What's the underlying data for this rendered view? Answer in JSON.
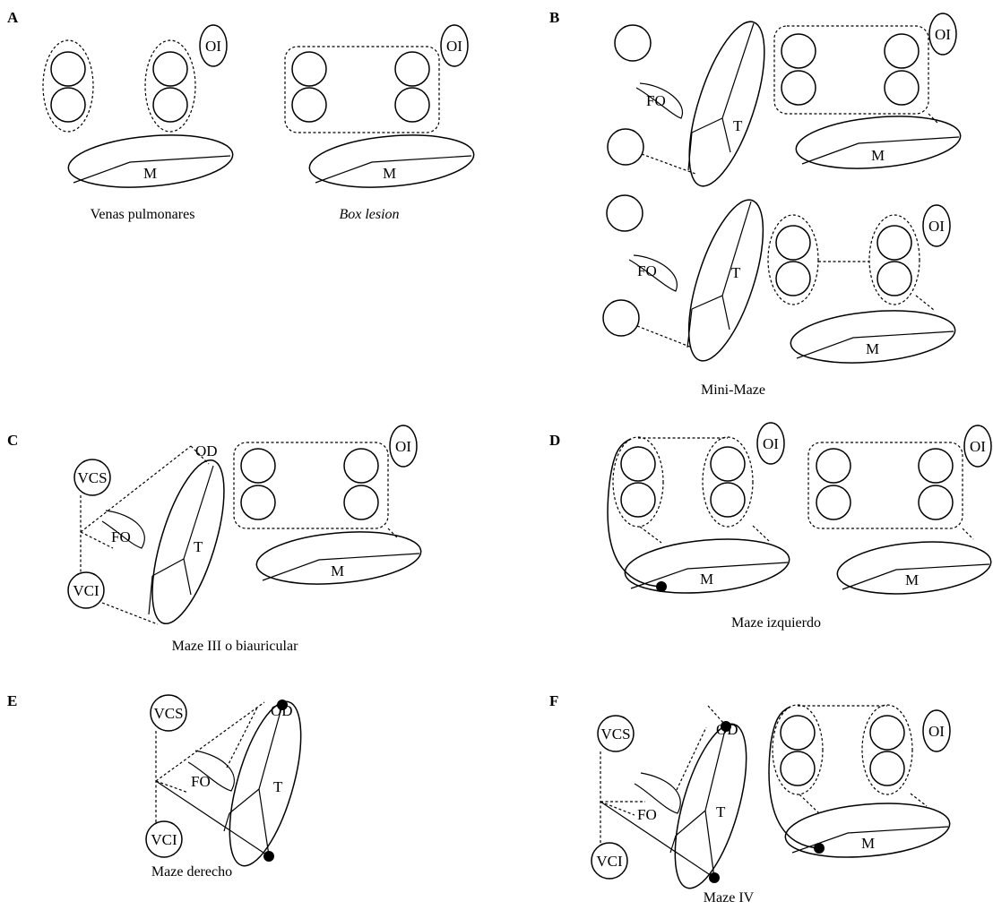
{
  "panels": {
    "A": {
      "letter": "A",
      "cap1": "Venas pulmonares",
      "cap2": "Box lesion",
      "oi": "OI",
      "m": "M"
    },
    "B": {
      "letter": "B",
      "caption": "Mini-Maze",
      "fo": "FO",
      "t": "T",
      "oi": "OI",
      "m": "M"
    },
    "C": {
      "letter": "C",
      "caption": "Maze III o biauricular",
      "vcs": "VCS",
      "vci": "VCI",
      "fo": "FO",
      "t": "T",
      "od": "OD",
      "oi": "OI",
      "m": "M"
    },
    "D": {
      "letter": "D",
      "caption": "Maze izquierdo",
      "oi": "OI",
      "m": "M"
    },
    "E": {
      "letter": "E",
      "caption": "Maze derecho",
      "vcs": "VCS",
      "vci": "VCI",
      "fo": "FO",
      "t": "T",
      "od": "OD"
    },
    "F": {
      "letter": "F",
      "caption": "Maze IV",
      "vcs": "VCS",
      "vci": "VCI",
      "fo": "FO",
      "t": "T",
      "od": "OD",
      "oi": "OI",
      "m": "M"
    }
  }
}
